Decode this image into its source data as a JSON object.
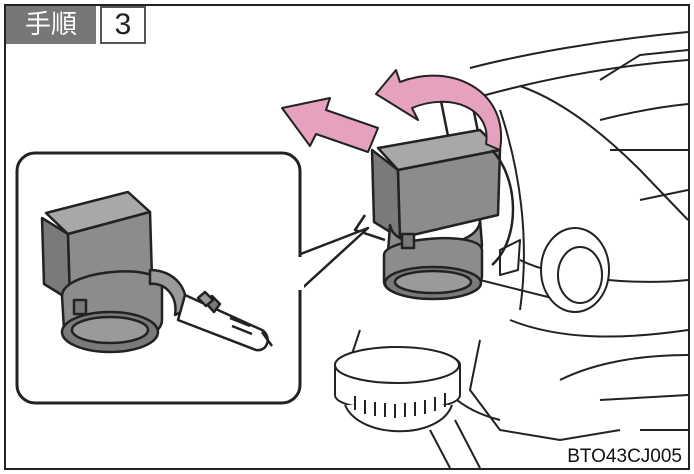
{
  "step": {
    "label": "手順",
    "number": "3"
  },
  "figure_code": "BTO43CJ005",
  "colors": {
    "arrow_pink": "#e6a1bf",
    "part_gray": "#8c8c8c",
    "label_gray": "#777777",
    "outline": "#222222"
  }
}
